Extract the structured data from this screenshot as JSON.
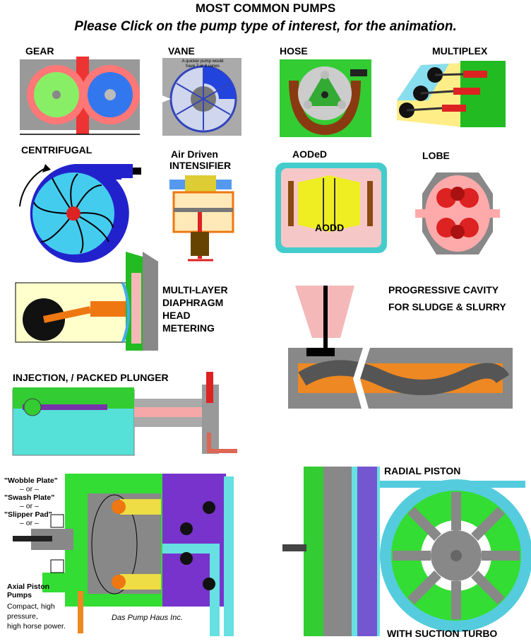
{
  "header": {
    "title": "MOST COMMON PUMPS",
    "subtitle": "Please Click on the pump type of interest, for the animation."
  },
  "pumps": {
    "gear": "GEAR",
    "vane": "VANE",
    "hose": "HOSE",
    "multiplex": "MULTIPLEX",
    "centrifugal": "CENTRIFUGAL",
    "air_driven": "Air Driven",
    "intensifier": "INTENSIFIER",
    "aoded": "AODeD",
    "aodd": "AODD",
    "lobe": "LOBE",
    "diaphragm": [
      "MULTI-LAYER",
      "DIAPHRAGM",
      "HEAD",
      "METERING"
    ],
    "progressive": [
      "PROGRESSIVE CAVITY",
      "FOR SLUDGE & SLURRY"
    ],
    "injection": "INJECTION, / PACKED PLUNGER",
    "radial": "RADIAL PISTON",
    "radial_sub": "WITH SUCTION TURBO",
    "axial_alt": [
      "\"Wobble Plate\"",
      "– or –",
      "\"Swash Plate\"",
      "– or –",
      "\"Slipper Pad\"",
      "– or –"
    ],
    "axial": [
      "Axial Piston",
      "Pumps"
    ],
    "axial_desc": [
      "Compact, high",
      "pressure,",
      "high horse power."
    ],
    "credit": "Das Pump Haus Inc."
  },
  "vane_note": "A quicker pump would have 7 or 8 vanes",
  "colors": {
    "green": "#33dd33",
    "cyan": "#66e0e0",
    "purple": "#7733cc",
    "orange": "#ee7711",
    "pink": "#f4b8b8",
    "red": "#dd2222",
    "gray": "#888888",
    "yellow": "#f0d820",
    "blue": "#2266dd"
  }
}
